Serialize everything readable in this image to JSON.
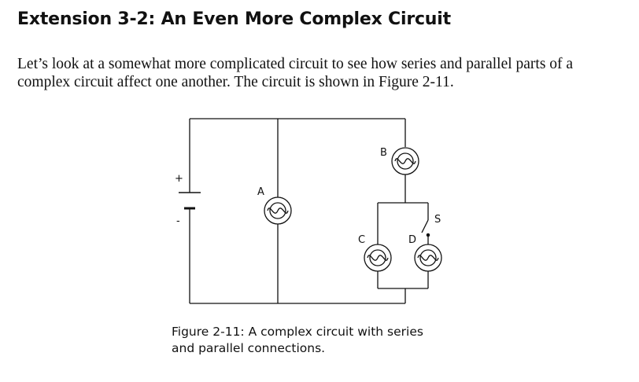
{
  "heading": "Extension 3-2: An Even More Complex Circuit",
  "paragraph": "Let’s look at a somewhat more complicated circuit to see how series and parallel parts of a complex circuit affect one another. The circuit is shown in Figure 2-11.",
  "figure": {
    "labels": {
      "battery_plus": "+",
      "battery_minus": "-",
      "bulb_a": "A",
      "bulb_b": "B",
      "bulb_c": "C",
      "bulb_d": "D",
      "switch_s": "S"
    },
    "caption_line1": "Figure 2-11: A complex circuit with series",
    "caption_line2": "and parallel connections."
  }
}
